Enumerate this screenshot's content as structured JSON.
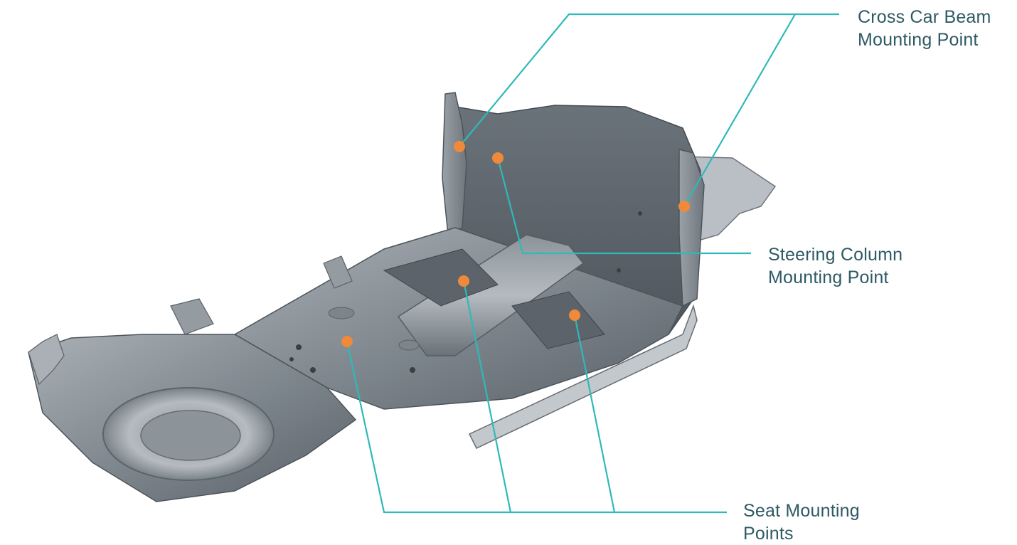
{
  "colors": {
    "label_text": "#2e5a64",
    "leader_line": "#2fb9b8",
    "mount_point": "#f08a3a",
    "panel_light": "#9ea5ab",
    "panel_mid": "#7b838a",
    "panel_dark": "#555c63"
  },
  "callouts": {
    "cross_car_beam": {
      "line1": "Cross Car Beam",
      "line2": "Mounting Point"
    },
    "steering_column": {
      "line1": "Steering Column",
      "line2": "Mounting Point"
    },
    "seat": {
      "line1": "Seat Mounting",
      "line2": "Points"
    }
  },
  "icons": [
    "vehicle-floor-assembly-illustration",
    "mount-point-dot"
  ]
}
